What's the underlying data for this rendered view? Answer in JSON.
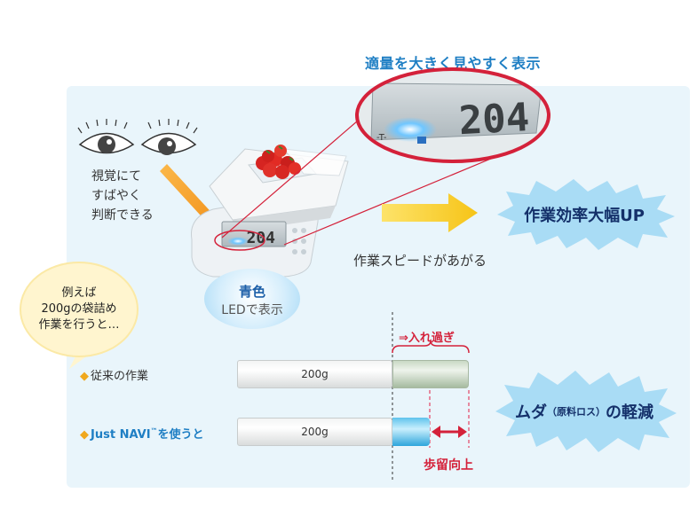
{
  "headline": "適量を大きく見やすく表示",
  "scale_display": "204",
  "eye_caption": [
    "視覚にて",
    "すばやく",
    "判断できる"
  ],
  "speed_label": "作業スピードがあがる",
  "efficiency_burst": "作業効率大幅UP",
  "blue_badge": {
    "title": "青色",
    "subtitle": "LEDで表示"
  },
  "example_bubble": "例えば\n200gの袋詰め\n作業を行うと…",
  "rows": {
    "conventional": {
      "label": "従来の作業",
      "weight": "200g"
    },
    "justnavi": {
      "label_main": "Just NAVI",
      "label_tm": "™",
      "label_tail": "を使うと",
      "weight": "200g"
    }
  },
  "over_label": "⇒入れ過ぎ",
  "yield_label": "歩留向上",
  "loss_burst": {
    "pre": "ムダ",
    "small": "（原料ロス）",
    "post": "の軽減"
  },
  "colors": {
    "accent_blue": "#1f7fc4",
    "red": "#d4213a",
    "orange": "#f0a81e",
    "burst": "#a9dcf5",
    "navy": "#14306a"
  }
}
